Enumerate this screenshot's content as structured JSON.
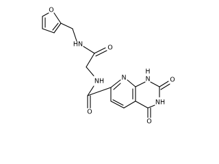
{
  "molecule": {
    "atoms": {
      "o_furan": "O",
      "nh_amide1": "HN",
      "o_amide1": "O",
      "nh_amide2": "NH",
      "o_amide2": "O",
      "n_pyridine": "N",
      "h_n1": "H",
      "n1": "N",
      "o_c2": "O",
      "nh_n3": "NH",
      "o_c4": "O"
    },
    "colors": {
      "bond": "#000000",
      "text": "#000000",
      "background": "#ffffff"
    }
  }
}
